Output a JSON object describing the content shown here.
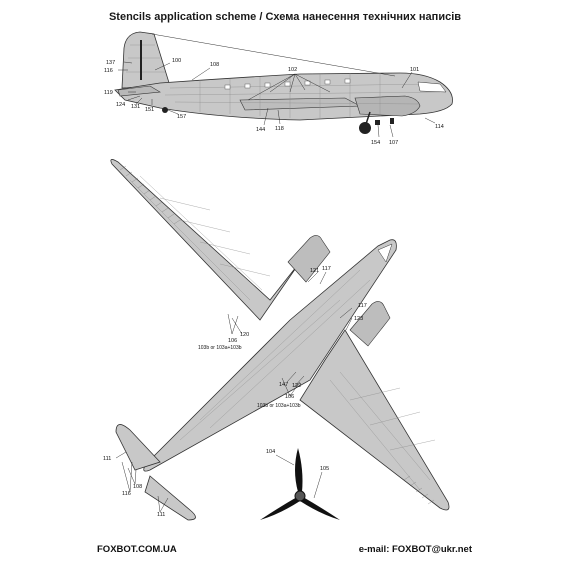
{
  "title": "Stencils application scheme / Схема нанесення технічних написів",
  "footer": {
    "website": "FOXBOT.COM.UA",
    "email": "e-mail: FOXBOT@ukr.net"
  },
  "side_view": {
    "labels": [
      "137",
      "116",
      "100",
      "108",
      "102",
      "101",
      "119",
      "124",
      "131",
      "151",
      "157",
      "144",
      "118",
      "114",
      "154",
      "107"
    ]
  },
  "top_view": {
    "labels": [
      "121",
      "117",
      "120",
      "106",
      "103b or 103a+103b",
      "117",
      "123",
      "147",
      "122",
      "106",
      "103b or 103a+103b",
      "111",
      "108",
      "116",
      "111"
    ]
  },
  "propeller": {
    "labels": [
      "104",
      "105"
    ]
  },
  "colors": {
    "fill": "#c8c8c8",
    "panel_line": "#8a8a8a",
    "outline": "#333333",
    "black": "#111111"
  }
}
